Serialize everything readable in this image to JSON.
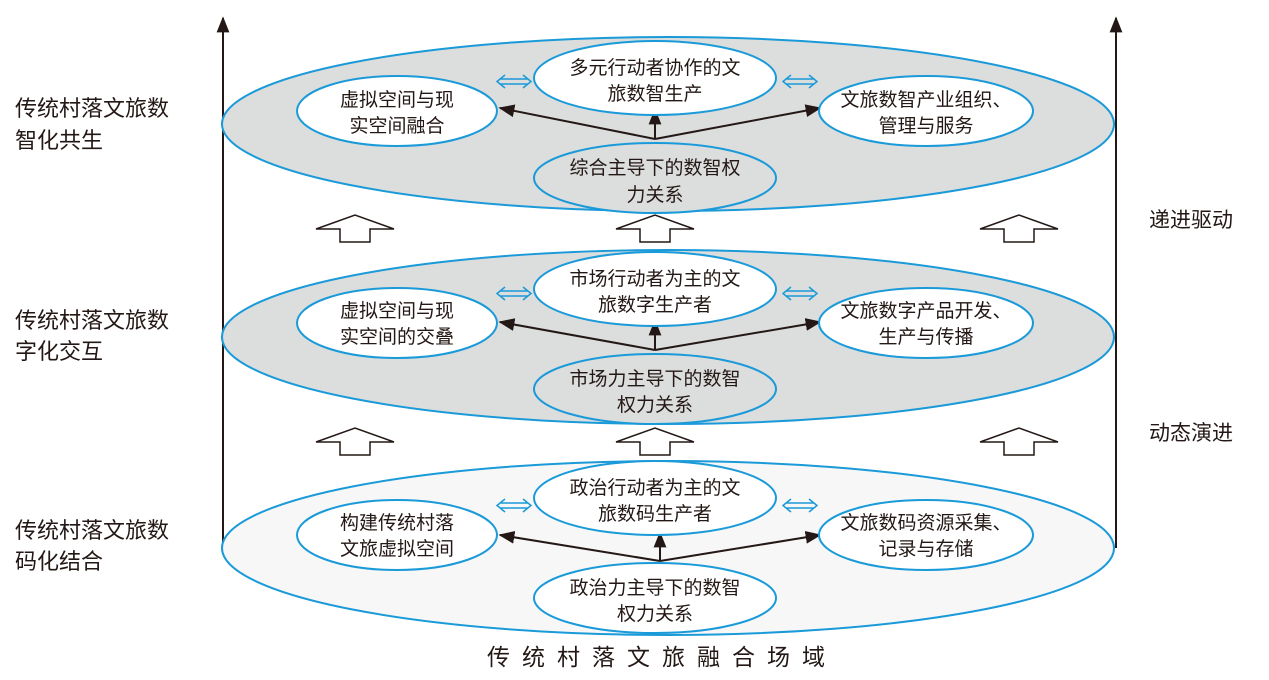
{
  "left_labels": {
    "level3": [
      "传统村落文旅数",
      "智化共生"
    ],
    "level2": [
      "传统村落文旅数",
      "字化交互"
    ],
    "level1": [
      "传统村落文旅数",
      "码化结合"
    ]
  },
  "right_labels": {
    "upper": "递进驱动",
    "lower": "动态演进"
  },
  "bottom_label": "传统村落文旅融合场域",
  "levels": {
    "l3": {
      "left": [
        "虚拟空间与现",
        "实空间融合"
      ],
      "center": [
        "多元行动者协作的文",
        "旅数智生产"
      ],
      "right": [
        "文旅数智产业组织、",
        "管理与服务"
      ],
      "bottom": [
        "综合主导下的数智权",
        "力关系"
      ]
    },
    "l2": {
      "left": [
        "虚拟空间与现",
        "实空间的交叠"
      ],
      "center": [
        "市场行动者为主的文",
        "旅数字生产者"
      ],
      "right": [
        "文旅数字产品开发、",
        "生产与传播"
      ],
      "bottom": [
        "市场力主导下的数智",
        "权力关系"
      ]
    },
    "l1": {
      "left": [
        "构建传统村落",
        "文旅虚拟空间"
      ],
      "center": [
        "政治行动者为主的文",
        "旅数码生产者"
      ],
      "right": [
        "文旅数码资源采集、",
        "记录与存储"
      ],
      "bottom": [
        "政治力主导下的数智",
        "权力关系"
      ]
    }
  },
  "colors": {
    "outline_blue": "#1a9ad9",
    "grey_fill": "#dcdddd",
    "light_fill": "#f7f7f7",
    "text": "#231815"
  }
}
